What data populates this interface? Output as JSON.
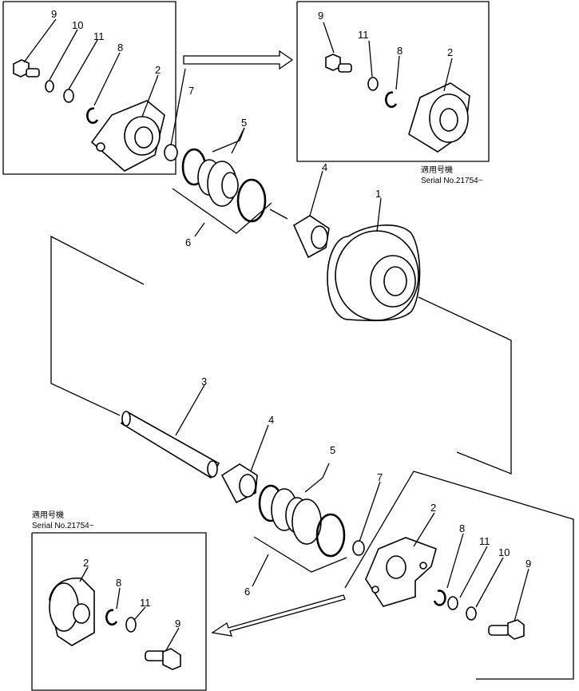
{
  "labels": {
    "n1": "1",
    "n2": "2",
    "n3": "3",
    "n4": "4",
    "n5": "5",
    "n6": "6",
    "n7": "7",
    "n8": "8",
    "n9": "9",
    "n10": "10",
    "n11": "11"
  },
  "serial_caption": {
    "line1": "適用号機",
    "line2": "Serial No.21754~"
  }
}
